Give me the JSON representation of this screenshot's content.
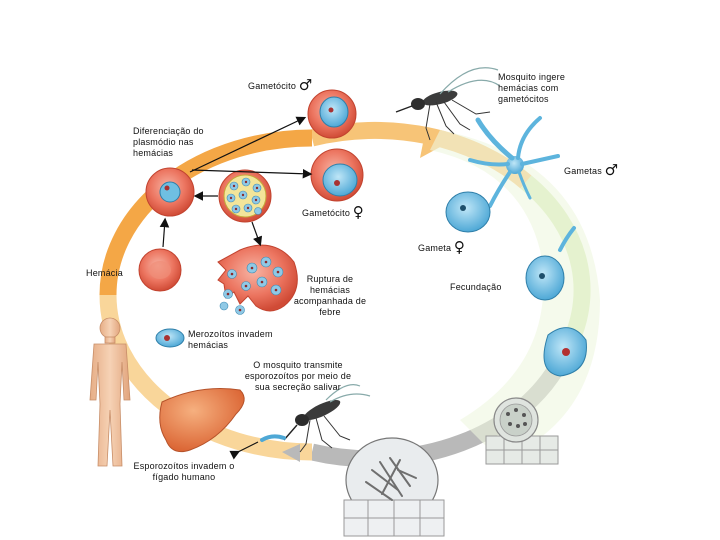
{
  "labels": {
    "mosquito_ingests": [
      "Mosquito ingere",
      "hemácias com",
      "gametócitos"
    ],
    "male_gametocyte": "Gametócito",
    "differentiation": [
      "Diferenciação do",
      "plasmódio nas",
      "hemácias"
    ],
    "male_gametes": "Gametas",
    "female_gametocyte": "Gametócito",
    "female_gamete": "Gameta",
    "red_cell": "Hemácia",
    "rupture": [
      "Ruptura de",
      "hemácias",
      "acompanhada de",
      "febre"
    ],
    "fertilization": "Fecundação",
    "merozoites": [
      "Merozoítos invadem",
      "hemácias"
    ],
    "mosquito_transmits": [
      "O mosquito transmite",
      "esporozoítos por meio de",
      "sua secreção salivar"
    ],
    "sporozoites": [
      "Esporozoítos invadem o",
      "fígado humano"
    ]
  },
  "symbols": {
    "male": "♂",
    "female": "♀"
  },
  "colors": {
    "cycle_orange": "#f3a23a",
    "cycle_yellow": "#fbe7a2",
    "cycle_green": "#c9e7a6",
    "cycle_gray": "#a9a9a9",
    "red_cell": "#e96a55",
    "parasite_blue": "#5db4dd",
    "liver": "#e97d4d",
    "human_skin": "#f2c6a4"
  }
}
